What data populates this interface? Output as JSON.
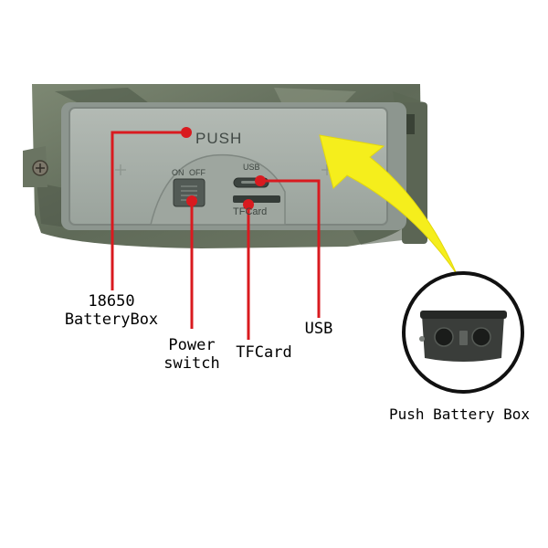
{
  "device_panel": {
    "push_text": "PUSH",
    "switch_on": "ON",
    "switch_off": "OFF",
    "usb_text": "USB",
    "tf_text": "TFCard"
  },
  "callouts": {
    "battery_line1": "18650",
    "battery_line2": "BatteryBox",
    "power_line1": "Power",
    "power_line2": "switch",
    "tfcard": "TFCard",
    "usb": "USB"
  },
  "inset": {
    "caption": "Push Battery Box"
  },
  "colors": {
    "callout_red": "#d91a1f",
    "arrow_yellow": "#f5ee1c",
    "camo_green": "#6f7a66",
    "panel_gray": "#a8b0a9"
  }
}
